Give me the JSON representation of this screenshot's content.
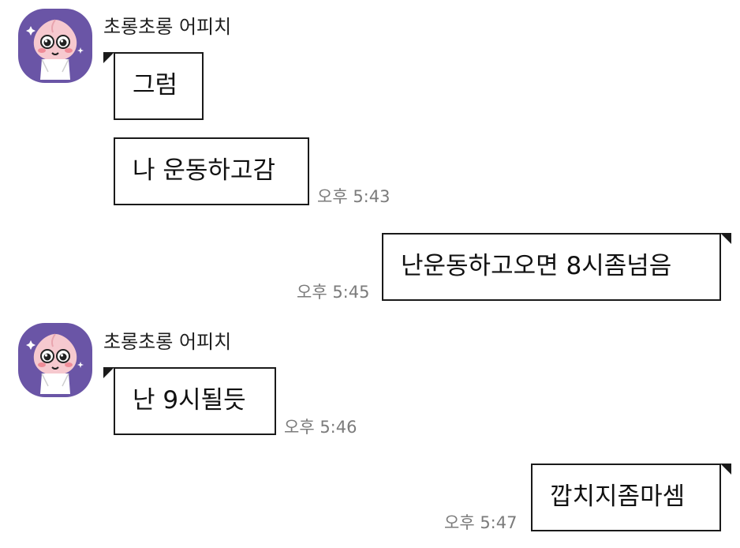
{
  "chat": {
    "sender_name": "초롱초롱 어피치",
    "avatar_icon": "apeach-character-icon",
    "avatar_color": "#6a55a6",
    "messages": [
      {
        "from": "other",
        "text": "그럼",
        "time": ""
      },
      {
        "from": "other",
        "text": "나 운동하고감",
        "time": "오후 5:43"
      },
      {
        "from": "me",
        "text": "난운동하고오면 8시좀넘음",
        "time": "오후 5:45"
      },
      {
        "from": "other",
        "text": "난 9시될듯",
        "time": "오후 5:46"
      },
      {
        "from": "me",
        "text": "깝치지좀마셈",
        "time": "오후 5:47"
      }
    ]
  }
}
